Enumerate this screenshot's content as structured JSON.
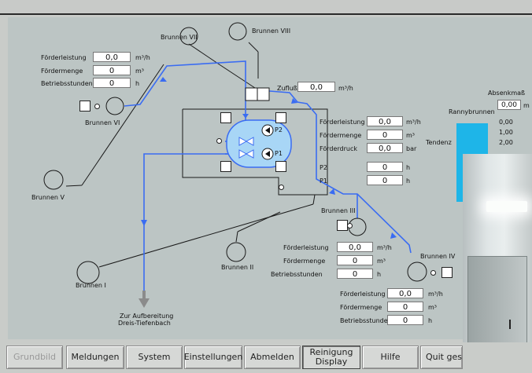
{
  "wells": {
    "brunnen_vii": "Brunnen VII",
    "brunnen_viii": "Brunnen VIII",
    "brunnen_vi": "Brunnen VI",
    "brunnen_v": "Brunnen V",
    "brunnen_i": "Brunnen I",
    "brunnen_ii": "Brunnen II",
    "brunnen_iii": "Brunnen III",
    "brunnen_iv": "Brunnen IV",
    "ranny": "Rannybrunnen"
  },
  "left_panel": {
    "foerderleistung_label": "Förderleistung",
    "foerderleistung_value": "0,0",
    "foerderleistung_unit": "m³/h",
    "foerdermenge_label": "Fördermenge",
    "foerdermenge_value": "0",
    "foerdermenge_unit": "m³",
    "betriebsstunden_label": "Betriebsstunden",
    "betriebsstunden_value": "0",
    "betriebsstunden_unit": "h"
  },
  "zufluss": {
    "label": "Zufluß",
    "value": "0,0",
    "unit": "m³/h"
  },
  "center_panel": {
    "foerderleistung_label": "Förderleistung",
    "foerderleistung_value": "0,0",
    "foerderleistung_unit": "m³/h",
    "foerdermenge_label": "Fördermenge",
    "foerdermenge_value": "0",
    "foerdermenge_unit": "m³",
    "foerderdruck_label": "Förderdruck",
    "foerderdruck_value": "0,0",
    "foerderdruck_unit": "bar",
    "p2_label": "P2",
    "p2_value": "0",
    "p2_unit": "h",
    "p1_label": "P1",
    "p1_value": "0",
    "p1_unit": "h"
  },
  "pumps": {
    "p2": "P2",
    "p1": "P1"
  },
  "lower_panel": {
    "foerderleistung_label": "Förderleistung",
    "foerderleistung_value": "0,0",
    "foerderleistung_unit": "m³/h",
    "foerdermenge_label": "Fördermenge",
    "foerdermenge_value": "0",
    "foerdermenge_unit": "m³",
    "betriebsstunden_label": "Betriebsstunden",
    "betriebsstunden_value": "0",
    "betriebsstunden_unit": "h"
  },
  "right_panel": {
    "foerderleistung_label": "Förderleistung",
    "foerderleistung_value": "0,0",
    "foerderleistung_unit": "m³/h",
    "foerdermenge_label": "Fördermenge",
    "foerdermenge_value": "0",
    "foerdermenge_unit": "m³",
    "betriebsstunden_label": "Betriebsstunden",
    "betriebsstunden_value": "0",
    "betriebsstunden_unit": "h"
  },
  "absenk": {
    "title": "Absenkmaß",
    "value": "0,00",
    "unit": "m",
    "tendenz": "Tendenz",
    "scale": [
      "0,00",
      "1,00",
      "2,00"
    ]
  },
  "destination": {
    "line1": "Zur Aufbereitung",
    "line2": "Dreis-Tiefenbach"
  },
  "nav": {
    "grundbild": "Grundbild",
    "meldungen": "Meldungen",
    "system": "System",
    "einstellungen": "Einstellungen",
    "abmelden": "Abmelden",
    "reinigung_1": "Reinigung",
    "reinigung_2": "Display",
    "hilfe": "Hilfe",
    "quit": "Quit gesamt"
  },
  "colors": {
    "pipe_blue": "#3a6cf2",
    "tank_fill": "#a8d6f6",
    "level_bar": "#1eb5e8",
    "background": "#bcc5c4"
  },
  "icons": [
    "well-circle-icon",
    "valve-icon",
    "pump-icon",
    "arrow-down-icon"
  ]
}
